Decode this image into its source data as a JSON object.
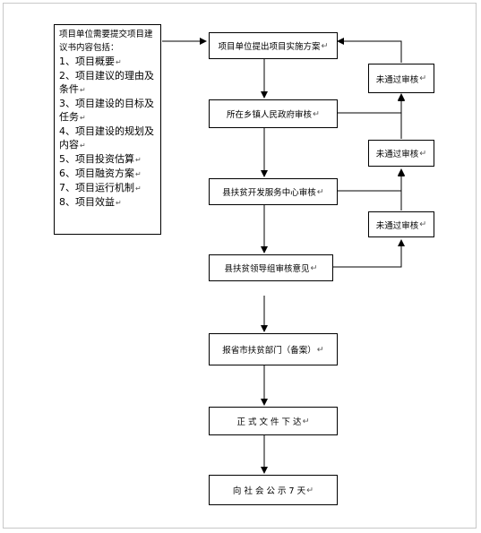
{
  "requirements": {
    "title": "项目单位需要提交项目建议书内容包括：",
    "items": [
      "1、项目概要",
      "2、项目建议的理由及条件",
      "3、项目建设的目标及任务",
      "4、项目建设的规划及内容",
      "5、项目投资估算",
      "6、项目融资方案",
      "7、项目运行机制",
      "8、项目效益"
    ]
  },
  "flow": {
    "steps": [
      "项目单位提出项目实施方案",
      "所在乡镇人民政府审核",
      "县扶贫开发服务中心审核",
      "县扶贫领导组审核意见",
      "报省市扶贫部门（备案）",
      "正 式 文 件 下 达",
      "向 社 会 公 示 7 天"
    ],
    "rejections": [
      "未通过审核",
      "未通过审核",
      "未通过审核"
    ]
  }
}
